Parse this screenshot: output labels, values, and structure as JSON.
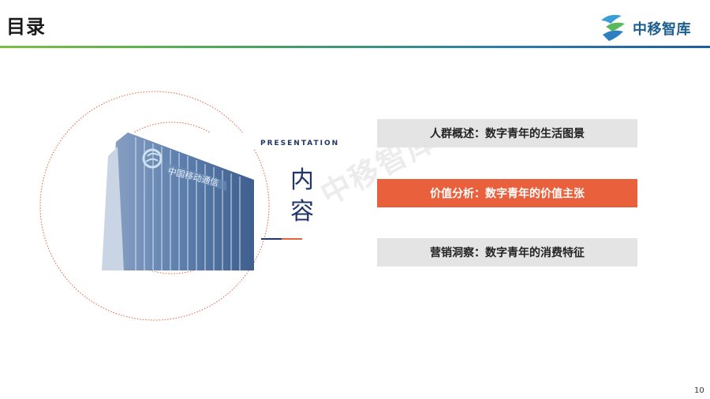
{
  "header": {
    "title": "目录",
    "logo_text": "中移智库"
  },
  "section": {
    "presentation_label": "PRESENTATION",
    "heading_char_1": "内",
    "heading_char_2": "容"
  },
  "watermark_text": "中移智库",
  "building": {
    "sign_text": "中国移动通信"
  },
  "menu": {
    "items": [
      {
        "label": "人群概述：数字青年的生活图景",
        "active": false
      },
      {
        "label": "价值分析：数字青年的价值主张",
        "active": true
      },
      {
        "label": "营销洞察：数字青年的消费特征",
        "active": false
      }
    ]
  },
  "colors": {
    "accent": "#e8603c",
    "navy": "#20366a",
    "inactive": "#e4e4e4"
  },
  "page_number": "10"
}
